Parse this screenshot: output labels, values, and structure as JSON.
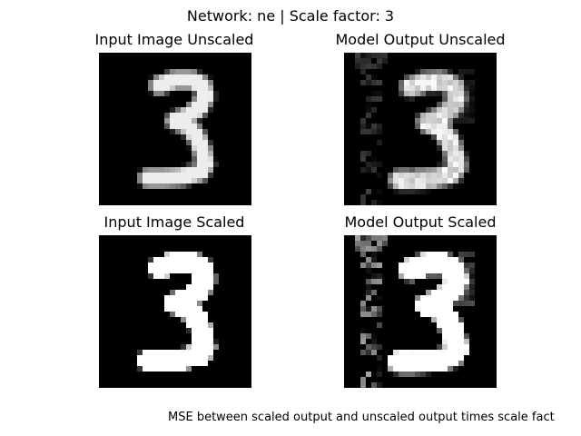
{
  "figure": {
    "suptitle": "Network: ne | Scale factor: 3",
    "footnote": "MSE between scaled output and unscaled output times scale fact"
  },
  "chart_data": [
    {
      "type": "heatmap",
      "title": "Input Image Unscaled",
      "colormap": "gray",
      "grid_size": [
        28,
        28
      ],
      "image_id": "input_unscaled",
      "max_value": 1.0
    },
    {
      "type": "heatmap",
      "title": "Model Output Unscaled",
      "colormap": "gray",
      "grid_size": [
        28,
        28
      ],
      "image_id": "output_unscaled",
      "max_value": 1.0
    },
    {
      "type": "heatmap",
      "title": "Input Image Scaled",
      "colormap": "gray",
      "grid_size": [
        28,
        28
      ],
      "image_id": "input_scaled",
      "max_value": 1.0
    },
    {
      "type": "heatmap",
      "title": "Model Output Scaled",
      "colormap": "gray",
      "grid_size": [
        28,
        28
      ],
      "image_id": "output_scaled",
      "max_value": 1.0
    }
  ]
}
